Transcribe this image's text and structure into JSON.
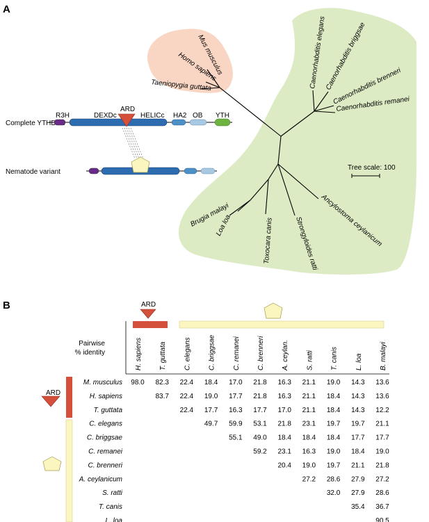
{
  "panel_a": {
    "label": "A",
    "domains": {
      "r3h": "R3H",
      "dexdc": "DEXDc",
      "ard": "ARD",
      "helicc": "HELICc",
      "ha2": "HA2",
      "ob": "OB",
      "yth": "YTH"
    },
    "complete_label": "Complete YTHDC2",
    "variant_label": "Nematode variant",
    "tree_scale": "Tree scale: 100",
    "taxa": {
      "mus": "Mus musculus",
      "homo": "Homo sapiens",
      "taeniopygia": "Taeniopygia guttata",
      "c_elegans": "Caenorhabditis elegans",
      "c_briggsae": "Caenorhabditis briggsae",
      "c_brenneri": "Caenorhabditis brenneri",
      "c_remanei": "Caenorhabditis remanei",
      "ancylostoma": "Ancylostoma ceylanicum",
      "strongyloides": "Strongyloides ratti",
      "toxocara": "Toxocara canis",
      "loa": "Loa loa",
      "brugia": "Brugia malayi"
    },
    "colors": {
      "vertebrate_clade": "#f9d6c4",
      "nematode_clade": "#ddebc5",
      "ard": "#d4503a",
      "pentagon": "#fbf5c0",
      "dexdc": "#2d6cb0",
      "r3h": "#6a2a8a",
      "yth": "#6db33f",
      "ha2": "#4d8fc7",
      "ob": "#a9c8e2"
    }
  },
  "panel_b": {
    "label": "B",
    "ard_label": "ARD",
    "header_title_1": "Pairwise",
    "header_title_2": "% identity",
    "columns": [
      "H. sapiens",
      "T. guttata",
      "C. elegans",
      "C. briggsae",
      "C. remanei",
      "C. brenneri",
      "A. ceylan.",
      "S. ratti",
      "T. canis",
      "L. loa",
      "B. malayi"
    ],
    "rows": [
      {
        "name": "M. musculus",
        "values": [
          "98.0",
          "82.3",
          "22.4",
          "18.4",
          "17.0",
          "21.8",
          "16.3",
          "21.1",
          "19.0",
          "14.3",
          "13.6"
        ]
      },
      {
        "name": "H. sapiens",
        "values": [
          "",
          "83.7",
          "22.4",
          "19.0",
          "17.7",
          "21.8",
          "16.3",
          "21.1",
          "18.4",
          "14.3",
          "13.6"
        ]
      },
      {
        "name": "T. guttata",
        "values": [
          "",
          "",
          "22.4",
          "17.7",
          "16.3",
          "17.7",
          "17.0",
          "21.1",
          "18.4",
          "14.3",
          "12.2"
        ]
      },
      {
        "name": "C. elegans",
        "values": [
          "",
          "",
          "",
          "49.7",
          "59.9",
          "53.1",
          "21.8",
          "23.1",
          "19.7",
          "19.7",
          "21.1"
        ]
      },
      {
        "name": "C. briggsae",
        "values": [
          "",
          "",
          "",
          "",
          "55.1",
          "49.0",
          "18.4",
          "18.4",
          "18.4",
          "17.7",
          "17.7"
        ]
      },
      {
        "name": "C. remanei",
        "values": [
          "",
          "",
          "",
          "",
          "",
          "59.2",
          "23.1",
          "16.3",
          "19.0",
          "18.4",
          "19.0"
        ]
      },
      {
        "name": "C. brenneri",
        "values": [
          "",
          "",
          "",
          "",
          "",
          "",
          "20.4",
          "19.0",
          "19.7",
          "21.1",
          "21.8"
        ]
      },
      {
        "name": "A. ceylanicum",
        "values": [
          "",
          "",
          "",
          "",
          "",
          "",
          "",
          "27.2",
          "28.6",
          "27.9",
          "27.2"
        ]
      },
      {
        "name": "S. ratti",
        "values": [
          "",
          "",
          "",
          "",
          "",
          "",
          "",
          "",
          "32.0",
          "27.9",
          "28.6"
        ]
      },
      {
        "name": "T. canis",
        "values": [
          "",
          "",
          "",
          "",
          "",
          "",
          "",
          "",
          "",
          "35.4",
          "36.7"
        ]
      },
      {
        "name": "L. loa",
        "values": [
          "",
          "",
          "",
          "",
          "",
          "",
          "",
          "",
          "",
          "",
          "90.5"
        ]
      }
    ]
  }
}
